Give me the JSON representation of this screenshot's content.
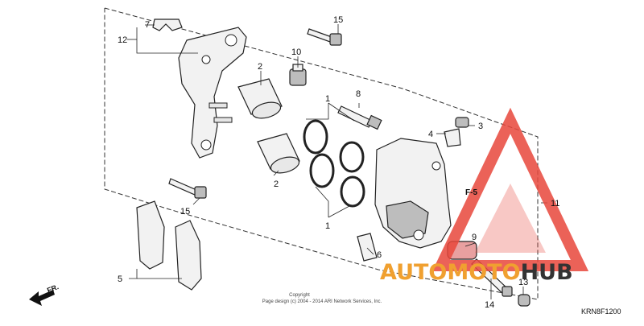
{
  "callouts": {
    "c1_top": "1",
    "c1_bottom": "1",
    "c2_top": "2",
    "c2_bottom": "2",
    "c3": "3",
    "c4": "4",
    "c5": "5",
    "c6": "6",
    "c7": "7",
    "c8": "8",
    "c9": "9",
    "c10": "10",
    "c11": "11",
    "c12": "12",
    "c13": "13",
    "c14": "14",
    "c15_top": "15",
    "c15_left": "15"
  },
  "reference_label": "F-5",
  "direction_label": "FR.",
  "diagram_code": "KRN8F1200",
  "copyright": {
    "line1": "Copyright",
    "line2": "Page design (c) 2004 - 2014 ARI Network Services, Inc."
  },
  "watermark": {
    "part1": "AUTOMOTO",
    "part2": "HUB",
    "color_primary": "#f0a030",
    "color_secondary": "#333333",
    "logo_color": "#e8473c"
  }
}
